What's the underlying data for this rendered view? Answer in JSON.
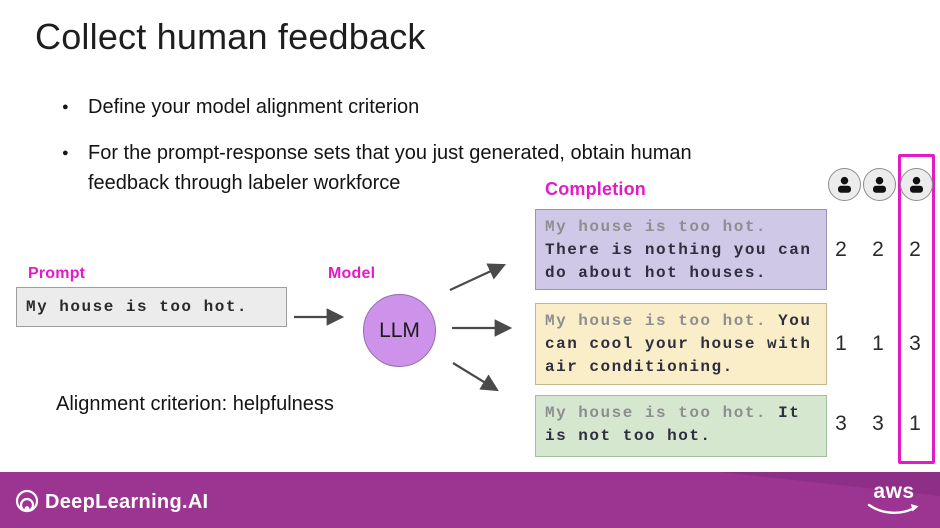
{
  "slide": {
    "title": "Collect human feedback",
    "bullets": [
      {
        "lines": [
          "Define your model alignment criterion"
        ]
      },
      {
        "lines": [
          "For the prompt-response sets that you just generated, obtain human",
          "feedback through labeler workforce"
        ]
      }
    ],
    "alignment_note": "Alignment criterion: helpfulness"
  },
  "diagram": {
    "prompt_label": "Prompt",
    "prompt_text": "My house is too hot.",
    "model_label": "Model",
    "model_name": "LLM",
    "completion_label": "Completion",
    "labelers": [
      {
        "icon": "person-icon"
      },
      {
        "icon": "person-icon"
      },
      {
        "icon": "person-icon",
        "highlighted": true
      }
    ],
    "completions": [
      {
        "prompt_part": "My house is too hot.",
        "completion_part": "There is nothing you can do about hot houses.",
        "prompt_on_own_line": true,
        "bg": "#cfc8e7",
        "border": "#9a93b6",
        "ratings": [
          "2",
          "2",
          "2"
        ]
      },
      {
        "prompt_part": "My house is too hot.",
        "completion_part": "You can cool your house with air conditioning.",
        "prompt_on_own_line": false,
        "bg": "#faeec8",
        "border": "#c4b98c",
        "ratings": [
          "1",
          "1",
          "3"
        ]
      },
      {
        "prompt_part": "My house is too hot.",
        "completion_part": "It is not too hot.",
        "prompt_on_own_line": false,
        "bg": "#d6e7d0",
        "border": "#a3bda0",
        "ratings": [
          "3",
          "3",
          "1"
        ]
      }
    ],
    "colors": {
      "accent": "#e31bc6",
      "arrow": "#4a4a4a",
      "llm_fill": "#cd92ea",
      "prompt_box_bg": "#ececec",
      "prompt_text_gray": "#8e8e90",
      "completion_text_dark": "#2e2e3e"
    }
  },
  "footer": {
    "brand": "DeepLearning.AI",
    "aws_label": "aws",
    "bg": "#9c3492"
  }
}
